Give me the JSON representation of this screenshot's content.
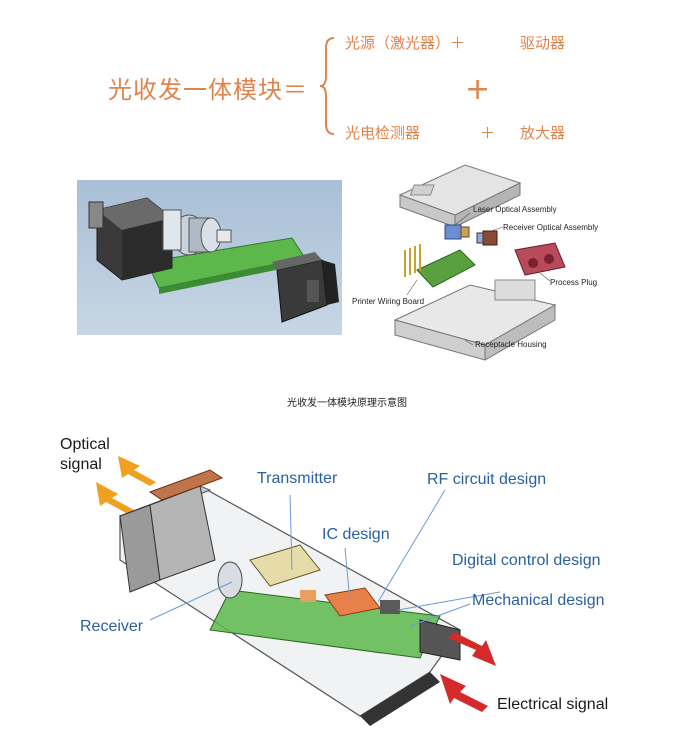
{
  "formula": {
    "lhs": "光收发一体模块＝",
    "top_left": "光源（激光器）＋",
    "top_right": "驱动器",
    "center_plus": "+",
    "bottom_left": "光电检测器",
    "bottom_mid": "＋",
    "bottom_right": "放大器"
  },
  "exploded": {
    "laser": "Laser Optical Assembly",
    "receiver": "Receiver Optical Assembly",
    "plug": "Process Plug",
    "pwb": "Printer Wiring Board",
    "housing": "Receptacle Housing"
  },
  "caption": "光收发一体模块原理示意图",
  "annotated": {
    "optical": "Optical",
    "signal": "signal",
    "transmitter": "Transmitter",
    "rf": "RF circuit design",
    "ic": "IC design",
    "digital": "Digital control design",
    "mechanical": "Mechanical design",
    "receiver": "Receiver",
    "electrical": "Electrical signal"
  },
  "colors": {
    "formula": "#e0844d",
    "label_blue": "#2a5fa0",
    "arrow_orange": "#f0a020",
    "arrow_red": "#d42a2a",
    "pcb_green": "#5cb84a"
  }
}
